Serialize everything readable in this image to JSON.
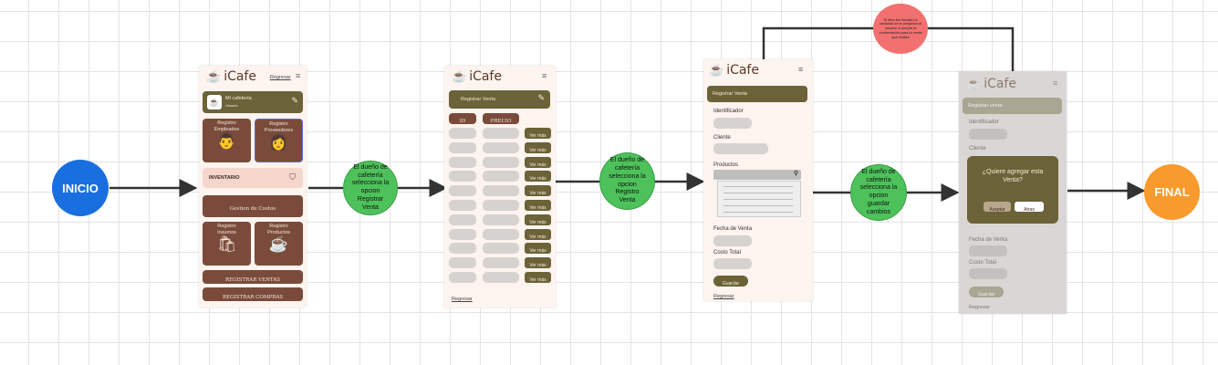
{
  "flow": {
    "start": "INICIO",
    "end": "FINAL",
    "step1": "El dueño de cafetería selecciona la opcion Registrar Venta",
    "step2": "El dueño de cafetería selecciona la opcion Registro Venta",
    "step3": "El dueño de cafetería selecciona la opcion guardar cambios",
    "note": "Sí bien fue llenado la cantidad se le pregunta al usuario si acepta la confirmación para la venta que realiza"
  },
  "app_name": "iCafe",
  "screen1": {
    "back": "Regresar",
    "profile": "Mi cafetería",
    "profile_sub": "Usuario",
    "tiles": [
      "Registro Empleados",
      "Registro Proveedores",
      "Registro Insumos",
      "Registro Productos"
    ],
    "inventory": "INVENTARIO",
    "costs": "Gestion de Costos",
    "sales": "REGISTRAR VENTAS",
    "purchases": "REGISTRAR COMPRAS"
  },
  "screen2": {
    "title": "Registrar Venta",
    "col_id": "ID",
    "col_price": "PRECIO",
    "row_button": "Ver más",
    "back": "Regresar"
  },
  "screen3": {
    "title": "Registrar Venta",
    "identifier": "Identificador",
    "client": "Cliente",
    "products": "Productos",
    "date": "Fecha de Venta",
    "total": "Costo Total",
    "save": "Guardar",
    "back": "Regresar"
  },
  "screen4": {
    "title": "Registrar venta",
    "identifier": "Identificador",
    "client": "Cliente",
    "dialog_text": "¿Quiere agregar esta Venta?",
    "accept": "Aceptar",
    "back_btn": "Atras",
    "date": "Fecha de Venta",
    "total": "Costo Total",
    "save": "Guardar",
    "back": "Regresar"
  },
  "colors": {
    "start": "#1a6fe0",
    "end": "#f99a2c",
    "step": "#4dc25a",
    "note": "#f27070",
    "olive": "#6b6238",
    "brown": "#7a4b3a"
  }
}
